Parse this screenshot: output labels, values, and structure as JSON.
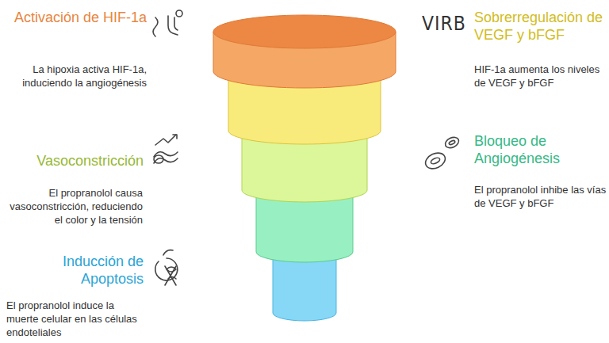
{
  "diagram": {
    "labels": [
      "Activación de HIF-1a",
      "La hipoxia activa HIF-1a, induciendo la angiogénesis",
      "VIRB",
      "Sobrerregulación de VEGF y bFGF",
      "HIF-1a aumenta los niveles de VEGF y bFGF",
      "Vasoconstricción",
      "El propranolol causa vasoconstricción, reduciendo el color y la tensión",
      "Bloqueo de Angiogénesis",
      "El propranolol inhibe las vías de VEGF y bFGF",
      "Inducción de Apoptosis",
      "El propranolol induce la muerte celular en las células endoteliales"
    ]
  }
}
